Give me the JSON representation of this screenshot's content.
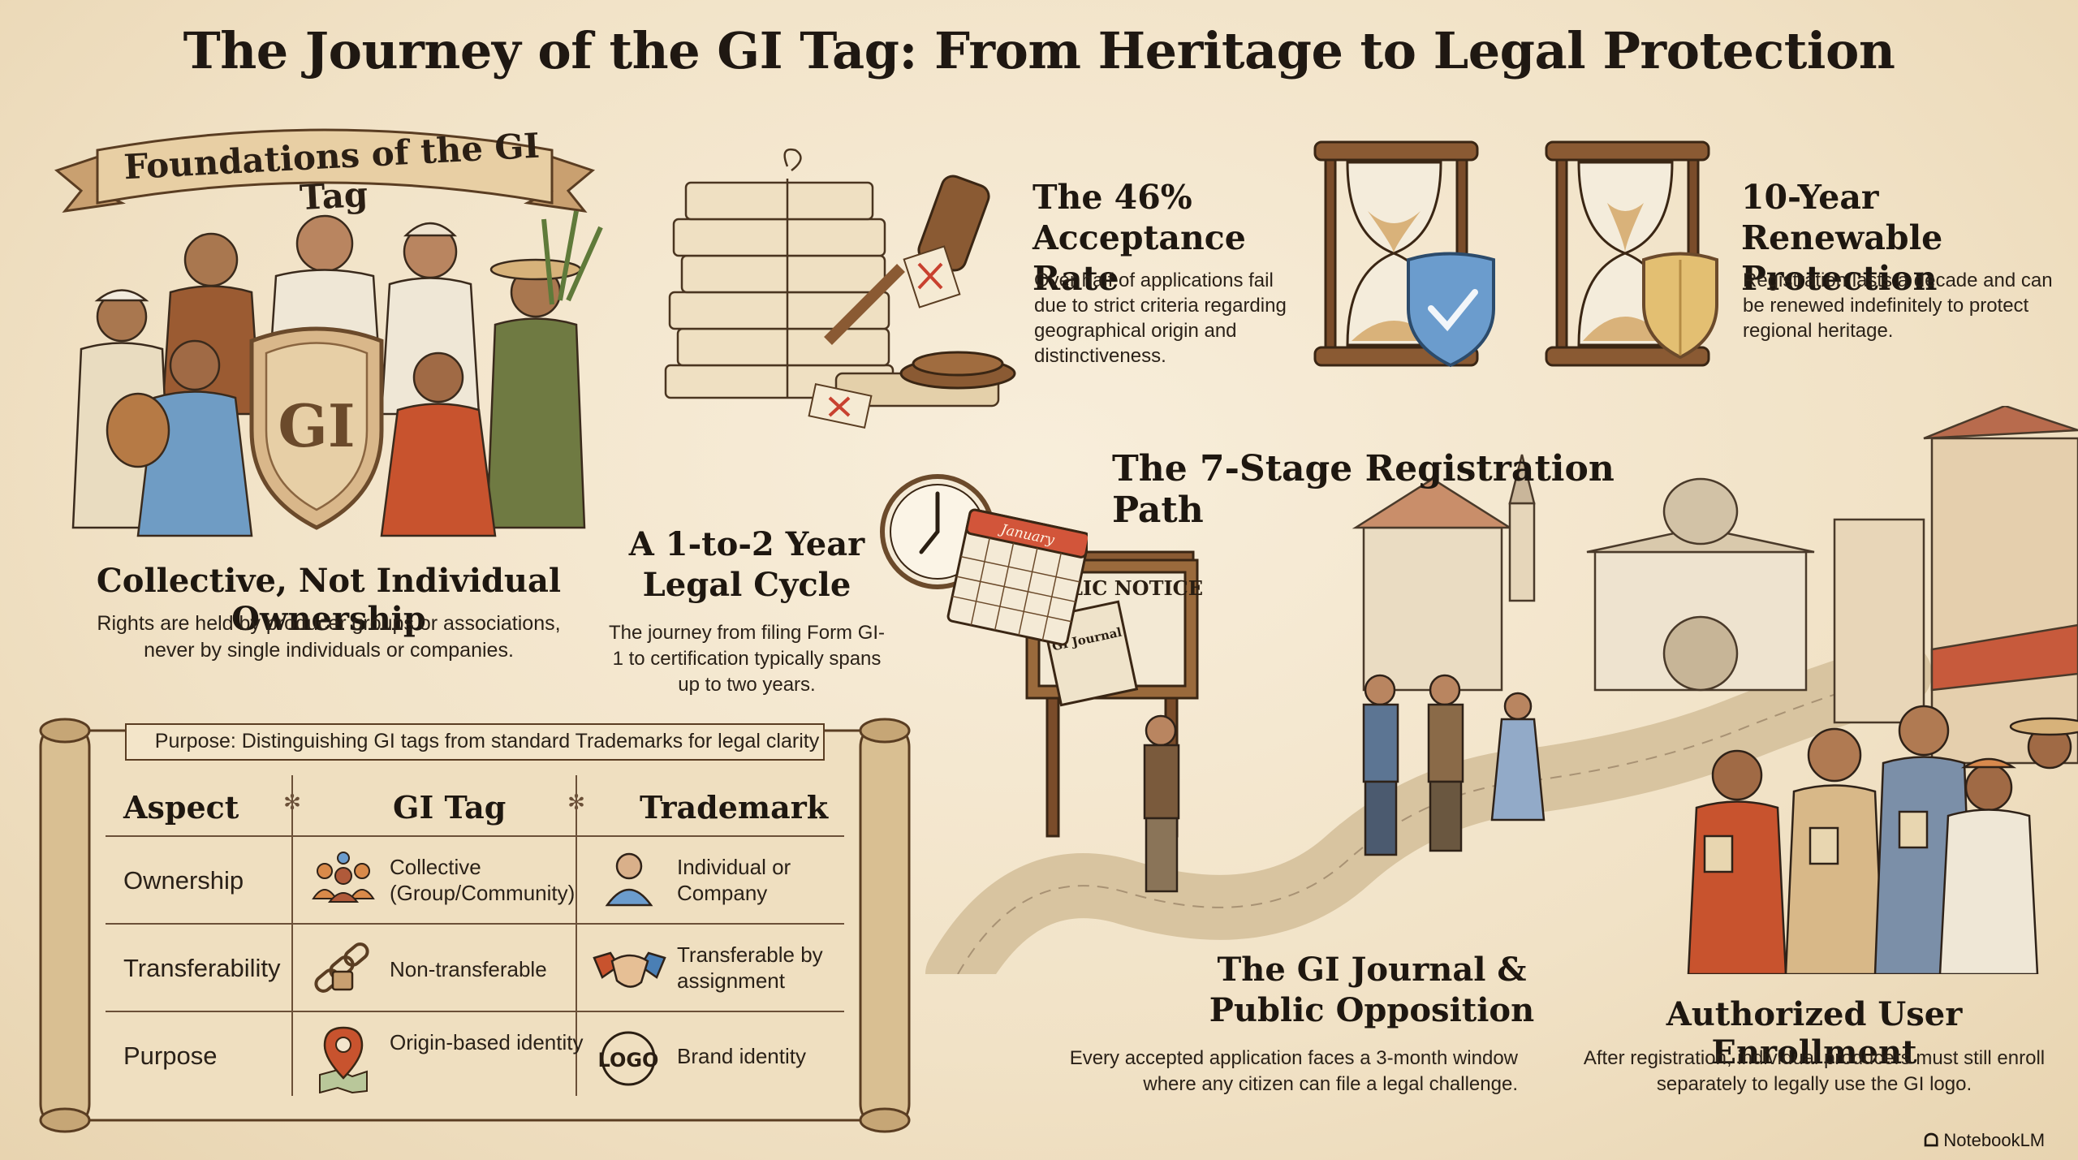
{
  "title": "The Journey of the GI Tag: From Heritage to Legal Protection",
  "foundations": {
    "banner": "Foundations of the GI Tag",
    "shield_text": "GI",
    "heading": "Collective, Not Individual Ownership",
    "body": "Rights are held by producer groups or associations, never by single individuals or companies."
  },
  "acceptance": {
    "heading_line1": "The 46%",
    "heading_line2": "Acceptance Rate",
    "body": "Over half of applications fail due to strict criteria regarding geographical origin and distinctiveness."
  },
  "renewable": {
    "heading_line1": "10-Year Renewable",
    "heading_line2": "Protection",
    "body": "Registration lasts a decade and can be renewed indefinitely to protect regional heritage."
  },
  "path": {
    "heading": "The 7-Stage Registration Path",
    "notice_board_title": "PUBLIC NOTICE",
    "journal_label": "GI Journal"
  },
  "cycle": {
    "heading_line1": "A 1-to-2 Year",
    "heading_line2": "Legal Cycle",
    "body": "The journey from filing Form GI-1 to certification typically spans up to two years.",
    "calendar_month": "January"
  },
  "journal": {
    "heading_line1": "The GI Journal &",
    "heading_line2": "Public Opposition",
    "body": "Every accepted application faces a 3-month window where any citizen can file a legal challenge."
  },
  "enrollment": {
    "heading": "Authorized User Enrollment",
    "body": "After registration, individual producers must still enroll separately to legally use the GI logo."
  },
  "comparison": {
    "caption": "Purpose: Distinguishing GI tags from standard Trademarks for legal clarity",
    "headers": [
      "Aspect",
      "GI Tag",
      "Trademark"
    ],
    "rows": [
      {
        "aspect": "Ownership",
        "gi": "Collective (Group/Community)",
        "tm": "Individual or Company",
        "gi_icon": "community-icon",
        "tm_icon": "person-icon"
      },
      {
        "aspect": "Transferability",
        "gi": "Non-transferable",
        "tm": "Transferable by assignment",
        "gi_icon": "chain-lock-icon",
        "tm_icon": "handshake-icon"
      },
      {
        "aspect": "Purpose",
        "gi": "Origin-based identity",
        "tm": "Brand identity",
        "gi_icon": "map-pin-icon",
        "tm_icon": "logo-icon"
      }
    ],
    "logo_icon_text": "LOGO"
  },
  "badge": "NotebookLM",
  "colors": {
    "parchment": "#f3e6cd",
    "ink": "#2a2118",
    "accent_brown": "#8a5a33",
    "shield_blue": "#4a7fb5",
    "reject_red": "#c8412f"
  }
}
